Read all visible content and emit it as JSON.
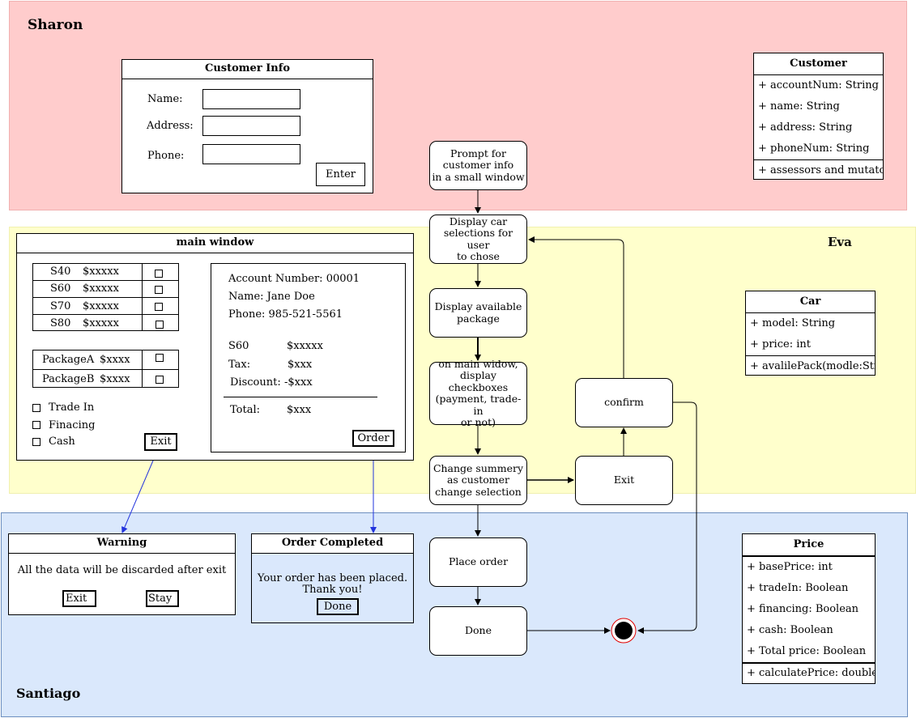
{
  "lanes": {
    "sharon": {
      "title": "Sharon",
      "color": "#ffcccc"
    },
    "eva": {
      "title": "Eva",
      "color": "#ffffcc"
    },
    "santiago": {
      "title": "Santiago",
      "color": "#dae8fc"
    }
  },
  "customer_info": {
    "title": "Customer Info",
    "name_label": "Name:",
    "address_label": "Address:",
    "phone_label": "Phone:",
    "enter_button": "Enter"
  },
  "main_window": {
    "title": "main window",
    "models": [
      {
        "model": "S40",
        "price": "$xxxxx"
      },
      {
        "model": "S60",
        "price": "$xxxxx"
      },
      {
        "model": "S70",
        "price": "$xxxxx"
      },
      {
        "model": "S80",
        "price": "$xxxxx"
      }
    ],
    "packages": [
      {
        "name": "PackageA",
        "price": "$xxxx"
      },
      {
        "name": "PackageB",
        "price": "$xxxx"
      }
    ],
    "options": [
      "Trade In",
      "Finacing",
      "Cash"
    ],
    "exit_button": "Exit",
    "summary": {
      "account": "Account Number: 00001",
      "name": "Name: Jane Doe",
      "phone": "Phone: 985-521-5561",
      "item_label": "S60",
      "item_value": "$xxxxx",
      "tax_label": "Tax:",
      "tax_value": "$xxx",
      "discount_label": "Discount:",
      "discount_value": "-$xxx",
      "total_label": "Total:",
      "total_value": "$xxx"
    },
    "order_button": "Order"
  },
  "warning": {
    "title": "Warning",
    "message": "All the data will be discarded after exit",
    "exit_button": "Exit",
    "stay_button": "Stay"
  },
  "order_completed": {
    "title": "Order Completed",
    "message_line1": "Your order has been placed.",
    "message_line2": "Thank you!",
    "done_button": "Done"
  },
  "flow": {
    "prompt": [
      "Prompt for",
      "customer info",
      "in a small window"
    ],
    "display_cars": [
      "Display car",
      "selections for user",
      "to chose"
    ],
    "display_package": [
      "Display available",
      "package"
    ],
    "checkboxes": [
      "on main widow,",
      "display",
      "checkboxes",
      "(payment, trade-in",
      "or not)"
    ],
    "change_summary": [
      "Change summery",
      "as customer",
      "change selection"
    ],
    "exit": "Exit",
    "confirm": "confirm",
    "place_order": "Place order",
    "done": "Done"
  },
  "classes": {
    "customer": {
      "name": "Customer",
      "attributes": [
        "+ accountNum: String",
        "+ name: String",
        "+ address: String",
        "+ phoneNum: String"
      ],
      "methods": [
        "+ assessors and mutators"
      ]
    },
    "car": {
      "name": "Car",
      "attributes": [
        "+ model: String",
        "+ price: int"
      ],
      "methods": [
        "+ avalilePack(modle:String)"
      ]
    },
    "price": {
      "name": "Price",
      "attributes": [
        "+ basePrice: int",
        "+ tradeIn: Boolean",
        "+ financing: Boolean",
        "+ cash: Boolean",
        "+ Total price: Boolean"
      ],
      "methods": [
        "+ calculatePrice: double"
      ]
    }
  }
}
